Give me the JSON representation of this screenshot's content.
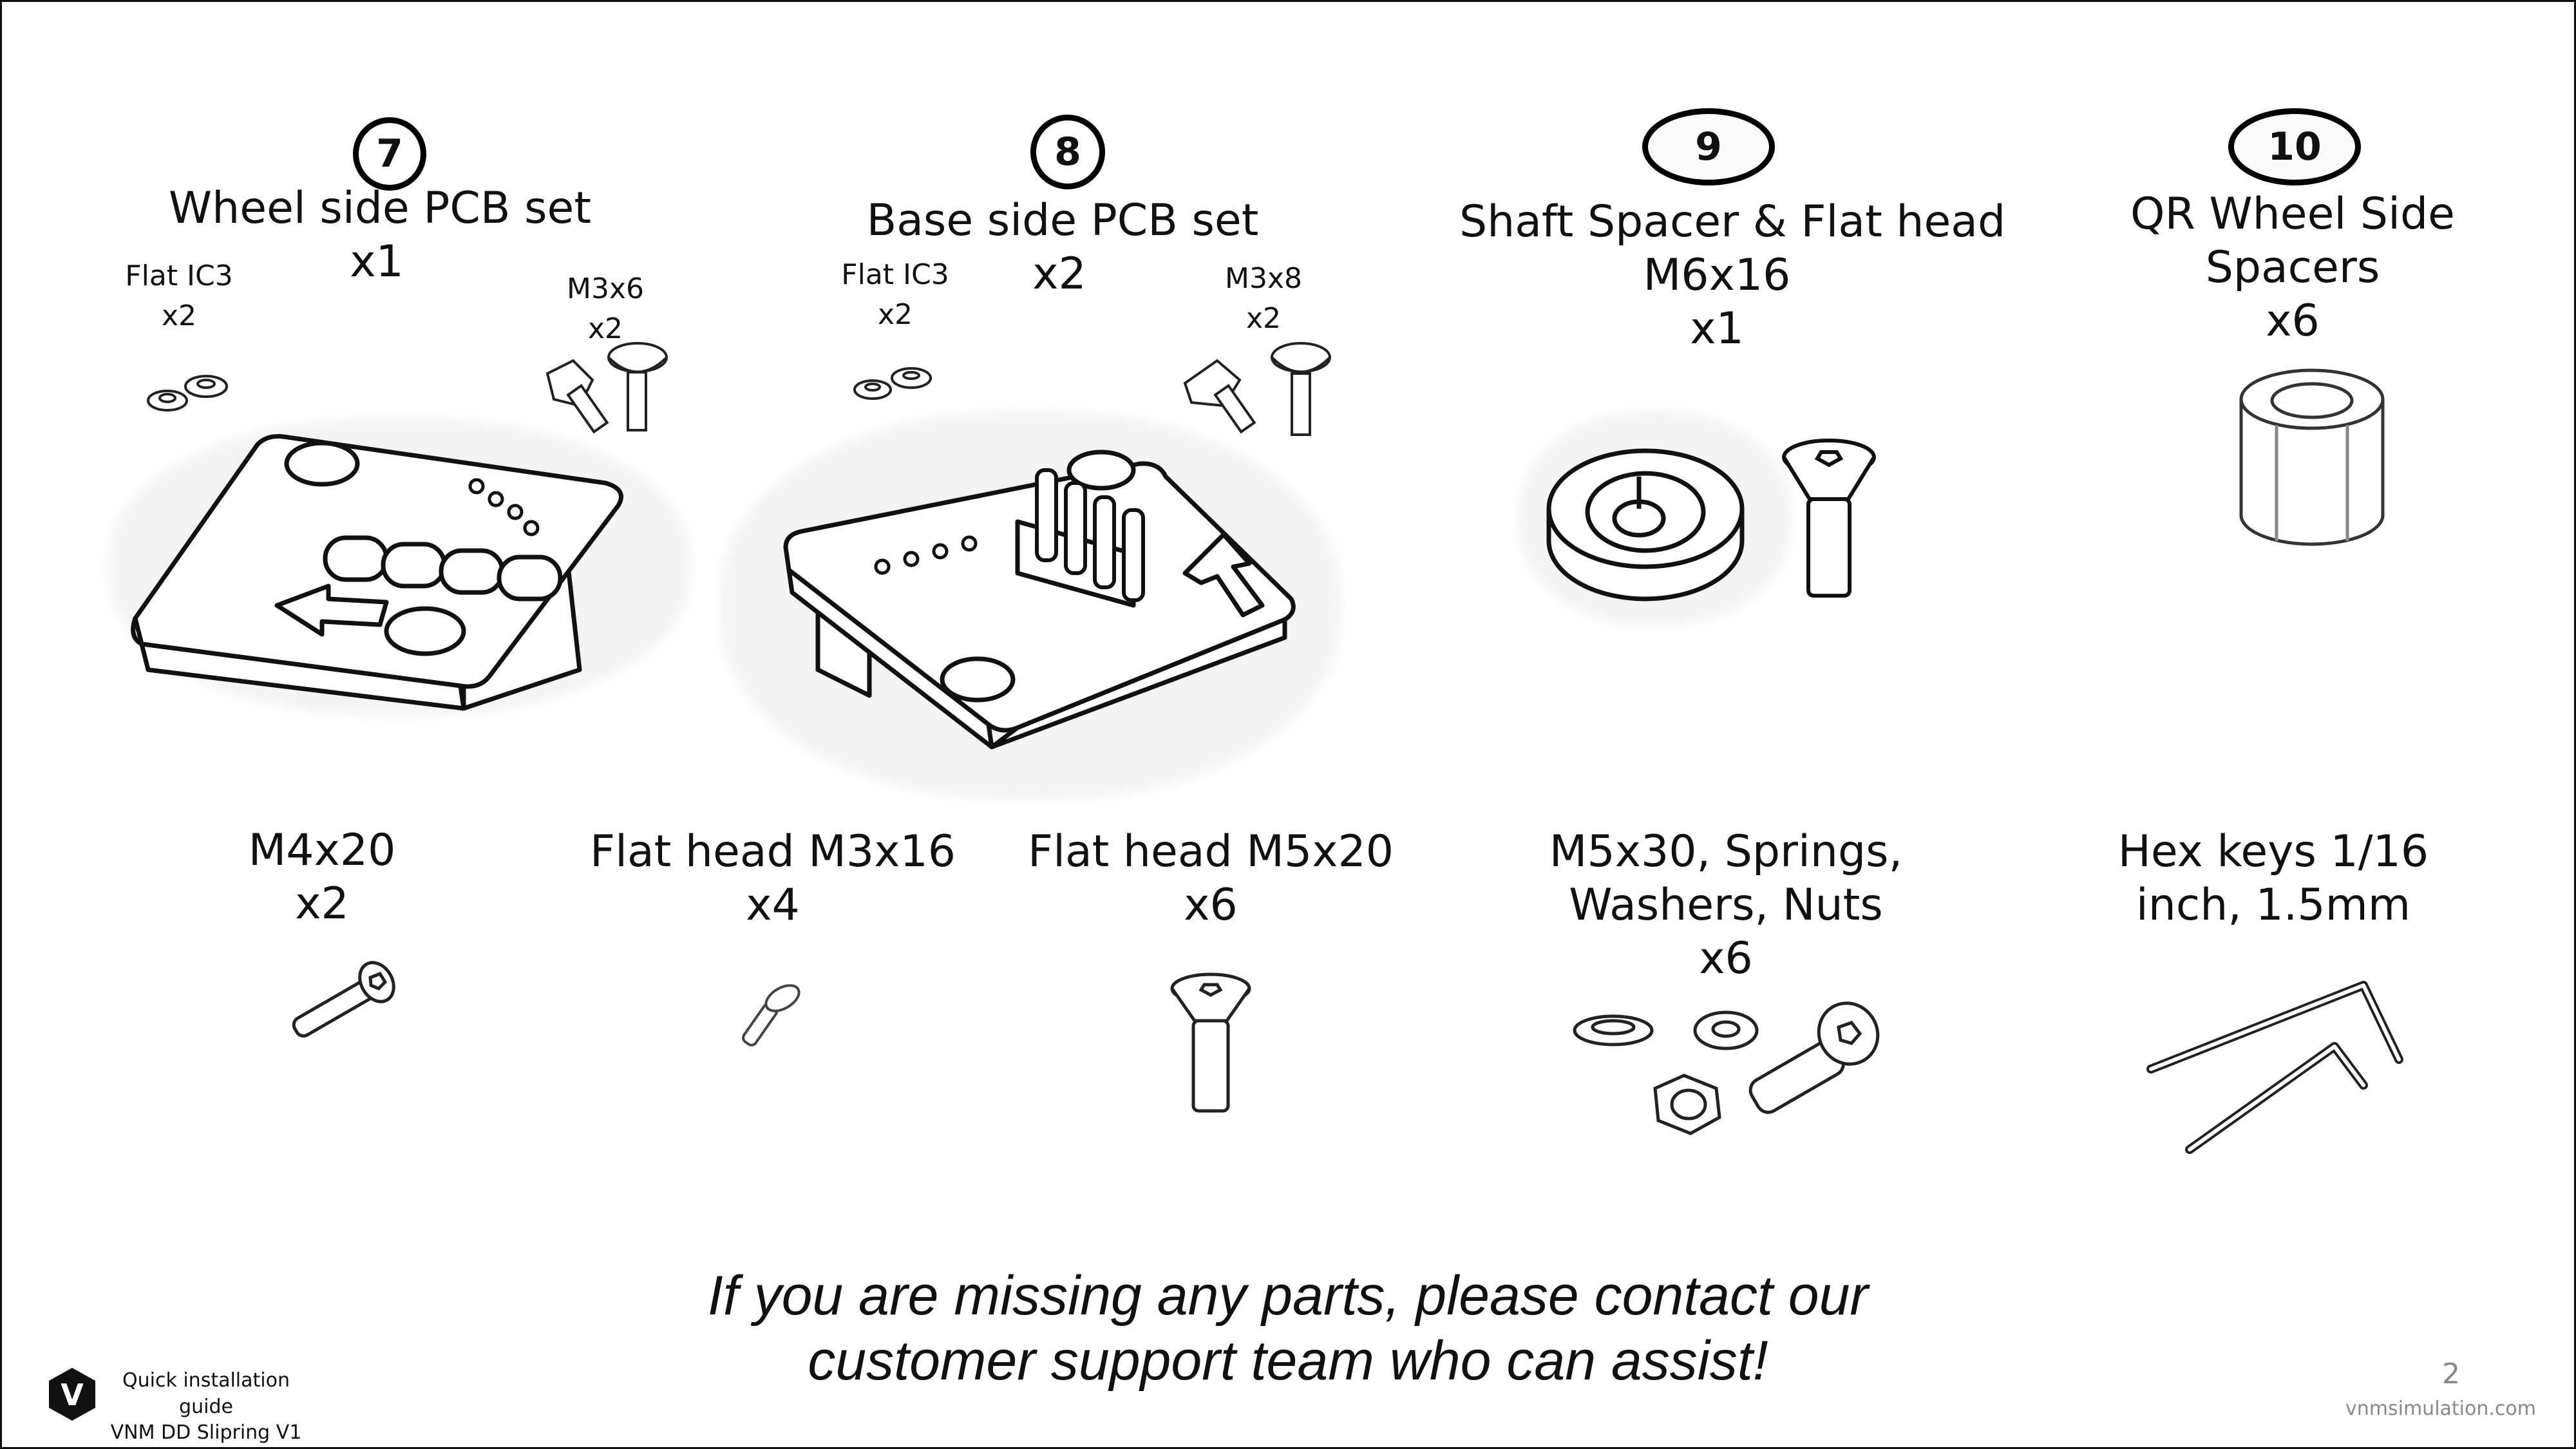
{
  "kits": [
    {
      "number": "7",
      "title_lines": [
        "Wheel side PCB set",
        "x1"
      ],
      "parts": [
        {
          "name": "Flat IC3",
          "qty": "x2"
        },
        {
          "name": "M3x6",
          "qty": "x2"
        }
      ]
    },
    {
      "number": "8",
      "title_lines": [
        "Base side PCB set",
        "x2"
      ],
      "parts": [
        {
          "name": "Flat IC3",
          "qty": "x2"
        },
        {
          "name": "M3x8",
          "qty": "x2"
        }
      ]
    },
    {
      "number": "9",
      "title_lines": [
        "Shaft Spacer & Flat head",
        "M6x16",
        "x1"
      ]
    },
    {
      "number": "10",
      "title_lines": [
        "QR Wheel Side",
        "Spacers",
        "x6"
      ]
    }
  ],
  "hardware": [
    {
      "lines": [
        "M4x20",
        "x2"
      ]
    },
    {
      "lines": [
        "Flat head M3x16",
        "x4"
      ]
    },
    {
      "lines": [
        "Flat head M5x20",
        "x6"
      ]
    },
    {
      "lines": [
        "M5x30, Springs,",
        "Washers, Nuts",
        "x6"
      ]
    },
    {
      "lines": [
        "Hex keys 1/16",
        "inch, 1.5mm"
      ]
    }
  ],
  "support_message": [
    "If you are missing any parts, please contact our",
    "customer support team who can assist!"
  ],
  "footer": {
    "logo_letter": "V",
    "guide_lines": [
      "Quick installation guide",
      "VNM DD Slipring V1"
    ],
    "page_number": "2",
    "website": "vnmsimulation.com"
  }
}
